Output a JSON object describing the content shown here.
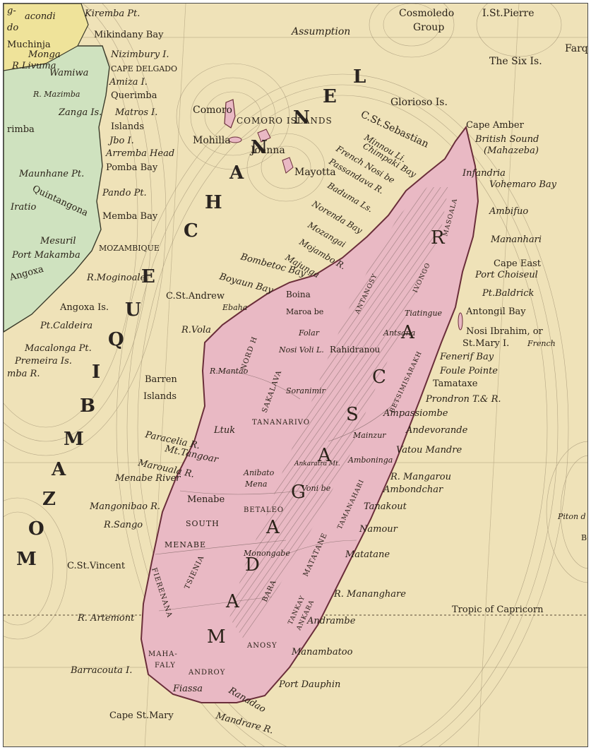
{
  "map": {
    "colors": {
      "paper": "#efe2b8",
      "madagascar": "#e9b9c4",
      "africa_green": "#cfe2bf",
      "africa_yellow": "#efe39a",
      "ink": "#2a2218",
      "hachure": "#5b4a44"
    },
    "labels": {
      "main": [
        "M",
        "A",
        "D",
        "A",
        "G",
        "A",
        "S",
        "C",
        "A",
        "R"
      ],
      "channel": [
        "M",
        "O",
        "Z",
        "A",
        "M",
        "B",
        "I",
        "Q",
        "U",
        "E",
        "C",
        "H",
        "A",
        "N",
        "N",
        "E",
        "L"
      ],
      "islands_top": {
        "cosmoledo": "Cosmoledo",
        "group": "Group",
        "st_pierre": "I.St.Pierre",
        "farq": "Farqu",
        "assumption": "Assumption",
        "six_is": "The Six Is.",
        "glorioso": "Glorioso Is.",
        "st_sebastian": "C.St.Sebastian",
        "comoro": "Comoro",
        "comoro_islands": "COMORO ISLANDS",
        "mohilla": "Mohilla",
        "joanna": "Joanna",
        "mayotta": "Mayotta"
      },
      "africa": {
        "kiremba": "Kiremba Pt.",
        "mikindany": "Mikindany Bay",
        "muchinja": "Muchinja",
        "monga": "Monga",
        "r_livuma": "R.Livuma",
        "wamiwa": "Wamiwa",
        "nizimbury": "Nizimbury I.",
        "cape_delgado": "CAPE DELGADO",
        "amiza": "Amiza I.",
        "r_mazimba": "R. Mazimba",
        "querimba": "Querimba",
        "zanga": "Zanga Is.",
        "matros": "Matros I.",
        "islands": "Islands",
        "jbo": "Jbo I.",
        "rimba": "rimba",
        "arremba": "Arremba Head",
        "pomba": "Pomba Bay",
        "maunhane": "Maunhane Pt.",
        "pando": "Pando Pt.",
        "quintangona": "Quintangona",
        "iratio": "Iratio",
        "memba": "Memba Bay",
        "mesuril": "Mesuril",
        "port_makamba": "Port Makamba",
        "mozambique": "MOZAMBIQUE",
        "angoxa": "Angoxa",
        "r_moginoale": "R.Moginoale",
        "angoxa_is": "Angoxa Is.",
        "pt_caldeira": "Pt.Caldeira",
        "macalonga": "Macalonga Pt.",
        "premeira": "Premeira Is.",
        "mba_r": "mba R.",
        "do": "do",
        "gando": "g-",
        "acondi": "acondi"
      },
      "west_coast": {
        "bombetoc": "Bombetoc Bay",
        "boyaun": "Boyaun Bay",
        "st_andrew": "C.St.Andrew",
        "ebaha": "Ebaha",
        "r_vola": "R.Vola",
        "barren": "Barren",
        "barren_islands": "Islands",
        "r_mantao": "R.Mantao",
        "ltuk": "Ltuk",
        "paracelia": "Paracelia R.",
        "mt_tangoar": "Mt.Tangoar",
        "maroualla": "Marouala R.",
        "menabe_river": "Menabe River",
        "mangonibao": "Mangonibao R.",
        "r_sango": "R.Sango",
        "st_vincent": "C.St.Vincent",
        "r_artemont": "R. Artemont",
        "barracouta": "Barracouta I.",
        "cape_st_mary": "Cape St.Mary",
        "fiassa": "Fiassa",
        "mandrare": "Mandrare R.",
        "ranadao": "Ranadao",
        "port_dauphin": "Port Dauphin"
      },
      "east_coast": {
        "cape_amber": "Cape Amber",
        "british_sound": "British Sound",
        "mahazeba": "(Mahazeba)",
        "infandria": "Infandria",
        "vohemaro": "Vohemaro Bay",
        "ambifuo": "Ambifuo",
        "mananhari": "Mananhari",
        "cape_east": "Cape East",
        "port_choiseul": "Port Choiseul",
        "pt_baldrick": "Pt.Baldrick",
        "antongil": "Antongil Bay",
        "nosi_ibrahim": "Nosi Ibrahim, or",
        "st_mary": "St.Mary I.",
        "french": "French",
        "fenerif": "Fenerif Bay",
        "foule_pointe": "Foule Pointe",
        "tamataxe": "Tamataxe",
        "prondron": "Prondron T.& R.",
        "ampassiombe": "Ampassiombe",
        "andevorande": "Andevorande",
        "vatou_mandre": "Vatou Mandre",
        "r_mangarou": "R. Mangarou",
        "ambondchar": "Ambondchar",
        "tanakout": "Tanakout",
        "namour": "Namour",
        "matatane": "Matatane",
        "r_mananghare": "R. Mananghare",
        "andrambe": "Andrambe",
        "manambatoo": "Manambatoo",
        "tropic": "Tropic of Capricorn",
        "piton": "Piton d",
        "bo": "BO"
      },
      "north_coast": {
        "minnou": "Minnou Li.",
        "chimpaki": "Chimpaki Bay",
        "french_nosi": "French Nosi be",
        "passandava": "Passandava R.",
        "baduma": "Baduma Ls.",
        "norenda": "Norenda Bay",
        "mozangai": "Mozangai",
        "mojambo": "Mojambo R.",
        "majunga": "Majunga"
      },
      "interior": {
        "boina": "Boina",
        "maroa_be": "Maroa be",
        "folar": "Folar",
        "nosi_voli": "Nosi Voli L.",
        "rahidranou": "Rahidranou",
        "tiatingue": "Tiatingue",
        "antsana": "Antsana",
        "tananarivo": "TANANARIVO",
        "ankaratra": "Ankaratra Mt.",
        "mainzur": "Mainzur",
        "amboninga": "Amboninga",
        "soranimir": "Soranimir",
        "anibato": "Anibato",
        "mena": "Mena",
        "voni_be": "Voni be",
        "menabe": "Menabe",
        "betaleo": "BETALEO",
        "south": "SOUTH",
        "menabe_region": "MENABE",
        "monongabe": "Monongabe",
        "fierenana": "FIERENANA",
        "tsienia": "TSIENIA",
        "mahafaly": "MAHA-",
        "mahafaly2": "FALY",
        "androy": "ANDROY",
        "anosy": "ANOSY",
        "bara": "BARA",
        "matatane_r": "MATATANE",
        "tankay": "TANKAY",
        "ankara": "ANKARA",
        "nord_h": "NORD H",
        "sakalava": "SAKALAVA",
        "tamanahari": "TAMANAHARI",
        "betsimsarakh": "BETSIMISARAKH",
        "antanosy": "ANTANOSY",
        "ivongo": "IVONGO",
        "masoala": "MASOALA"
      }
    }
  }
}
